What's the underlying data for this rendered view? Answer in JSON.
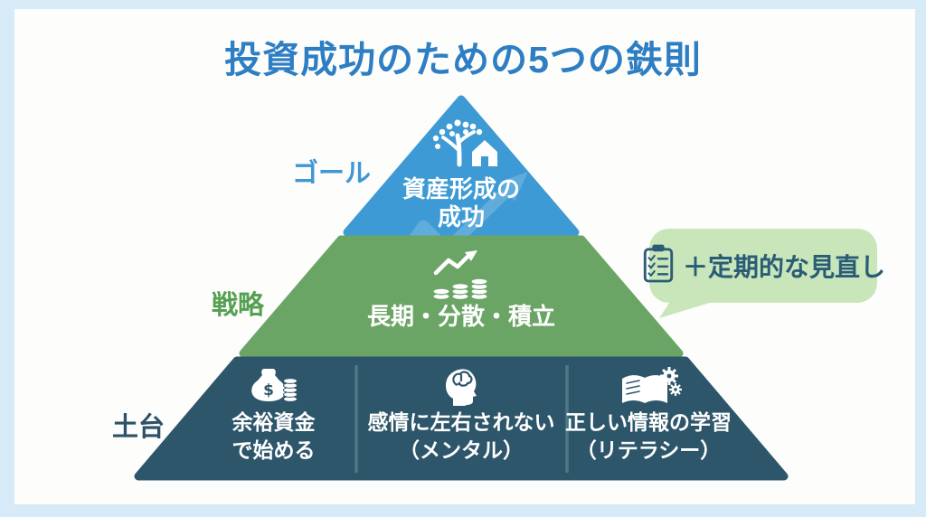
{
  "title": {
    "text": "投資成功のための5つの鉄則",
    "color": "#2e7ec4"
  },
  "pyramid": {
    "levels": [
      {
        "id": "goal",
        "side_label": "ゴール",
        "side_label_color": "#3f97d6",
        "band_color": "#3d9ad4",
        "icon": "tree-house-icon",
        "lines": [
          "資産形成の",
          "成功"
        ]
      },
      {
        "id": "strategy",
        "side_label": "戦略",
        "side_label_color": "#55a053",
        "band_color": "#6ba566",
        "icon": "coins-growth-icon",
        "lines": [
          "長期・分散・積立"
        ]
      },
      {
        "id": "foundation",
        "side_label": "土台",
        "side_label_color": "#2c5267",
        "band_color": "#2e566a",
        "cells": [
          {
            "icon": "money-bag-icon",
            "lines": [
              "余裕資金",
              "で始める"
            ]
          },
          {
            "icon": "mind-icon",
            "lines": [
              "感情に左右されない",
              "（メンタル）"
            ]
          },
          {
            "icon": "book-gear-icon",
            "lines": [
              "正しい情報の学習",
              "（リテラシー）"
            ]
          }
        ]
      }
    ]
  },
  "callout": {
    "icon": "clipboard-checklist-icon",
    "text": "＋定期的な見直し",
    "bg_color": "#c8e6ba",
    "text_color": "#2b5c76"
  },
  "frame_color": "#d7eaf7",
  "canvas_color": "#fdfdfb"
}
